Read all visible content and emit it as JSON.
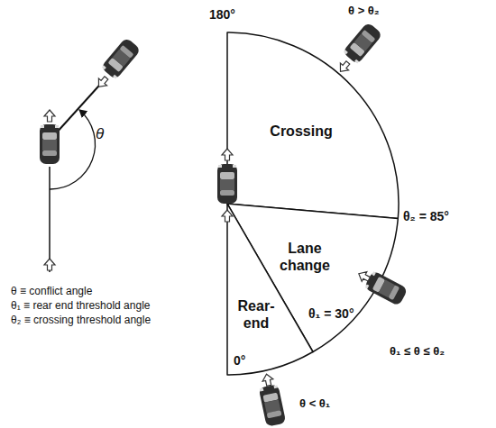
{
  "diagram": {
    "nodes": [
      {
        "text": [
          "Crossing"
        ]
      },
      {
        "text": [
          "Lane change"
        ]
      },
      {
        "text": [
          "Rear- end"
        ]
      }
    ],
    "labels": [
      "θ",
      "θ ≡ conflict angle",
      "θ₁ ≡ rear end threshold angle",
      "θ₂ ≡ crossing threshold angle",
      "180°",
      "θ > θ₂",
      "θ₂ = 85°",
      "θ₁ ≤ θ ≤ θ₂",
      "θ₁ = 30°",
      "0°",
      "θ < θ₁"
    ]
  }
}
